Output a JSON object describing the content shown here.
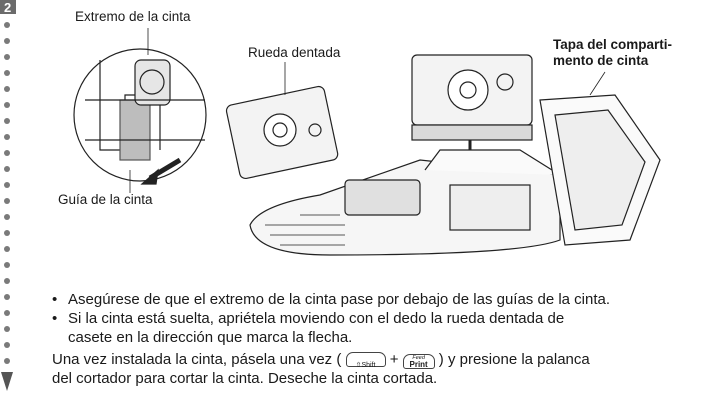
{
  "step_number": "2",
  "figure": {
    "label_tape_end": "Extremo de la cinta",
    "label_gear": "Rueda dentada",
    "label_tape_guide": "Guía de la cinta",
    "label_cover_line1": "Tapa del comparti-",
    "label_cover_line2": "mento de cinta"
  },
  "bullets": [
    {
      "marker": "•",
      "text": "Asegúrese de que el extremo de la cinta pase por debajo de las guías de la cinta."
    },
    {
      "marker": "•",
      "text": "Si la cinta está suelta, apriétela moviendo con el dedo la rueda dentada de"
    },
    {
      "marker": "",
      "text": "casete en la dirección que marca la flecha."
    }
  ],
  "paragraph": {
    "before_keys": "Una vez instalada la cinta, pásela una vez (",
    "key_shift": "⇧Shift",
    "plus": "+",
    "key_print_top": "Feed",
    "key_print": "Print",
    "after_keys": ") y presione la palanca",
    "line2": "del cortador para cortar la cinta. Deseche la cinta cortada."
  }
}
